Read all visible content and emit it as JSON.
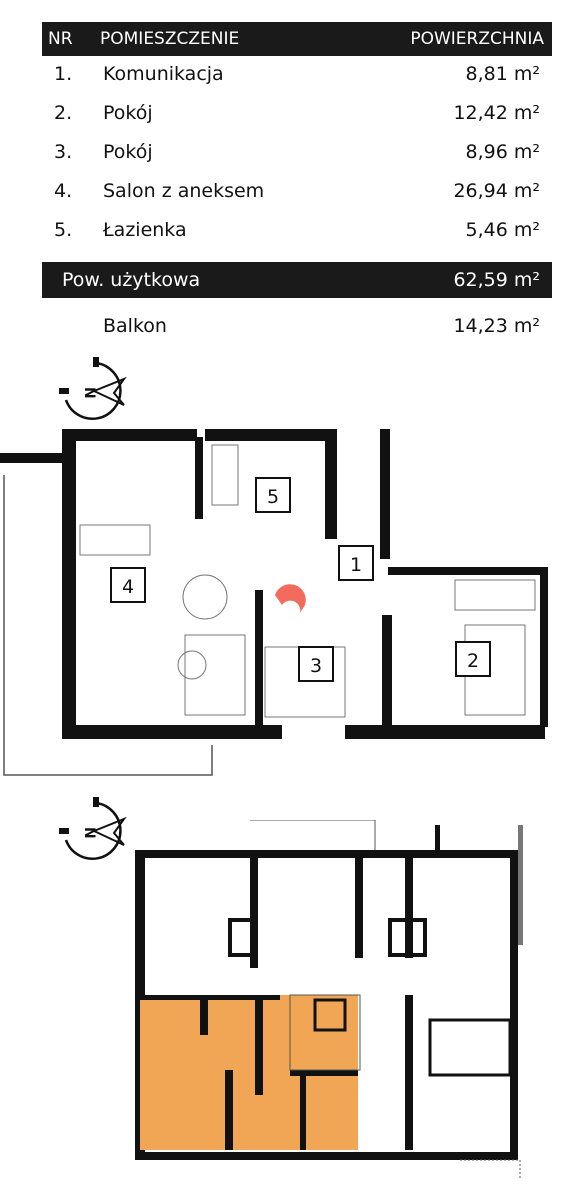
{
  "header": {
    "nr": "NR",
    "room": "POMIESZCZENIE",
    "area": "POWIERZCHNIA"
  },
  "rooms": [
    {
      "nr": "1.",
      "name": "Komunikacja",
      "area": "8,81 m²"
    },
    {
      "nr": "2.",
      "name": "Pokój",
      "area": "12,42 m²"
    },
    {
      "nr": "3.",
      "name": "Pokój",
      "area": "8,96 m²"
    },
    {
      "nr": "4.",
      "name": "Salon z aneksem",
      "area": "26,94 m²"
    },
    {
      "nr": "5.",
      "name": "Łazienka",
      "area": "5,46 m²"
    }
  ],
  "total": {
    "label": "Pow. użytkowa",
    "area": "62,59 m²"
  },
  "balcony": {
    "name": "Balkon",
    "area": "14,23 m²"
  },
  "plan_labels": [
    "1",
    "2",
    "3",
    "4",
    "5"
  ],
  "colors": {
    "header_bg": "#1a1a1a",
    "highlight": "#f0a654",
    "marker": "#f36b5d"
  },
  "icons": {
    "compass": "north-arrow-icon"
  }
}
